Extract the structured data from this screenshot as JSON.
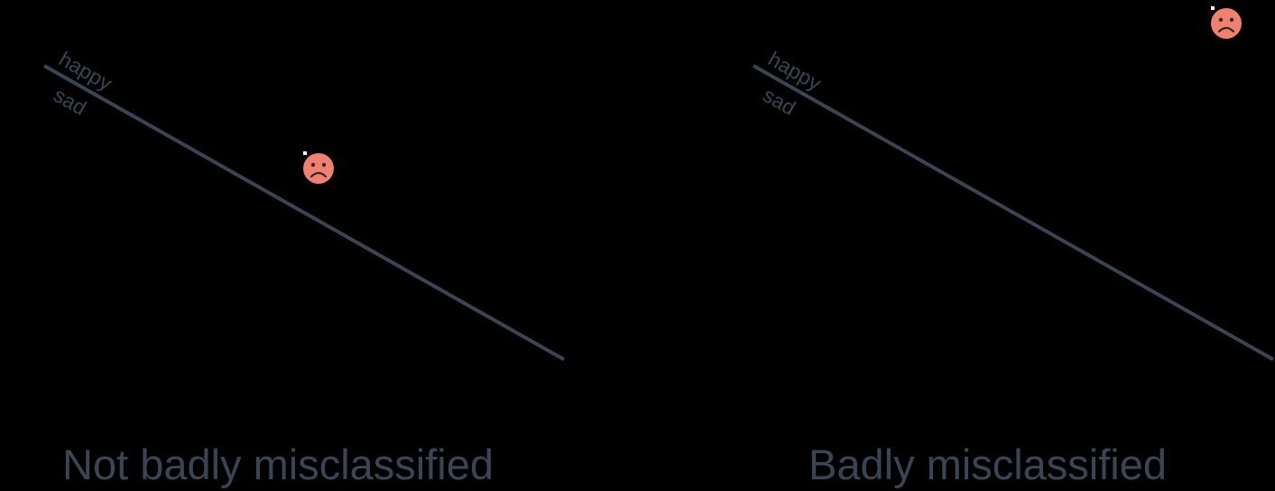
{
  "colors": {
    "background": "#000000",
    "boundary": "#3b4452",
    "text": "#3b4452",
    "sad_face": "#f08070",
    "face_features": "#2b2b2b"
  },
  "panels": [
    {
      "label_above": "happy",
      "label_below": "sad",
      "point_icon": "sad-face-icon",
      "caption": "Not badly misclassified"
    },
    {
      "label_above": "happy",
      "label_below": "sad",
      "point_icon": "sad-face-icon",
      "caption": "Badly misclassified"
    }
  ]
}
